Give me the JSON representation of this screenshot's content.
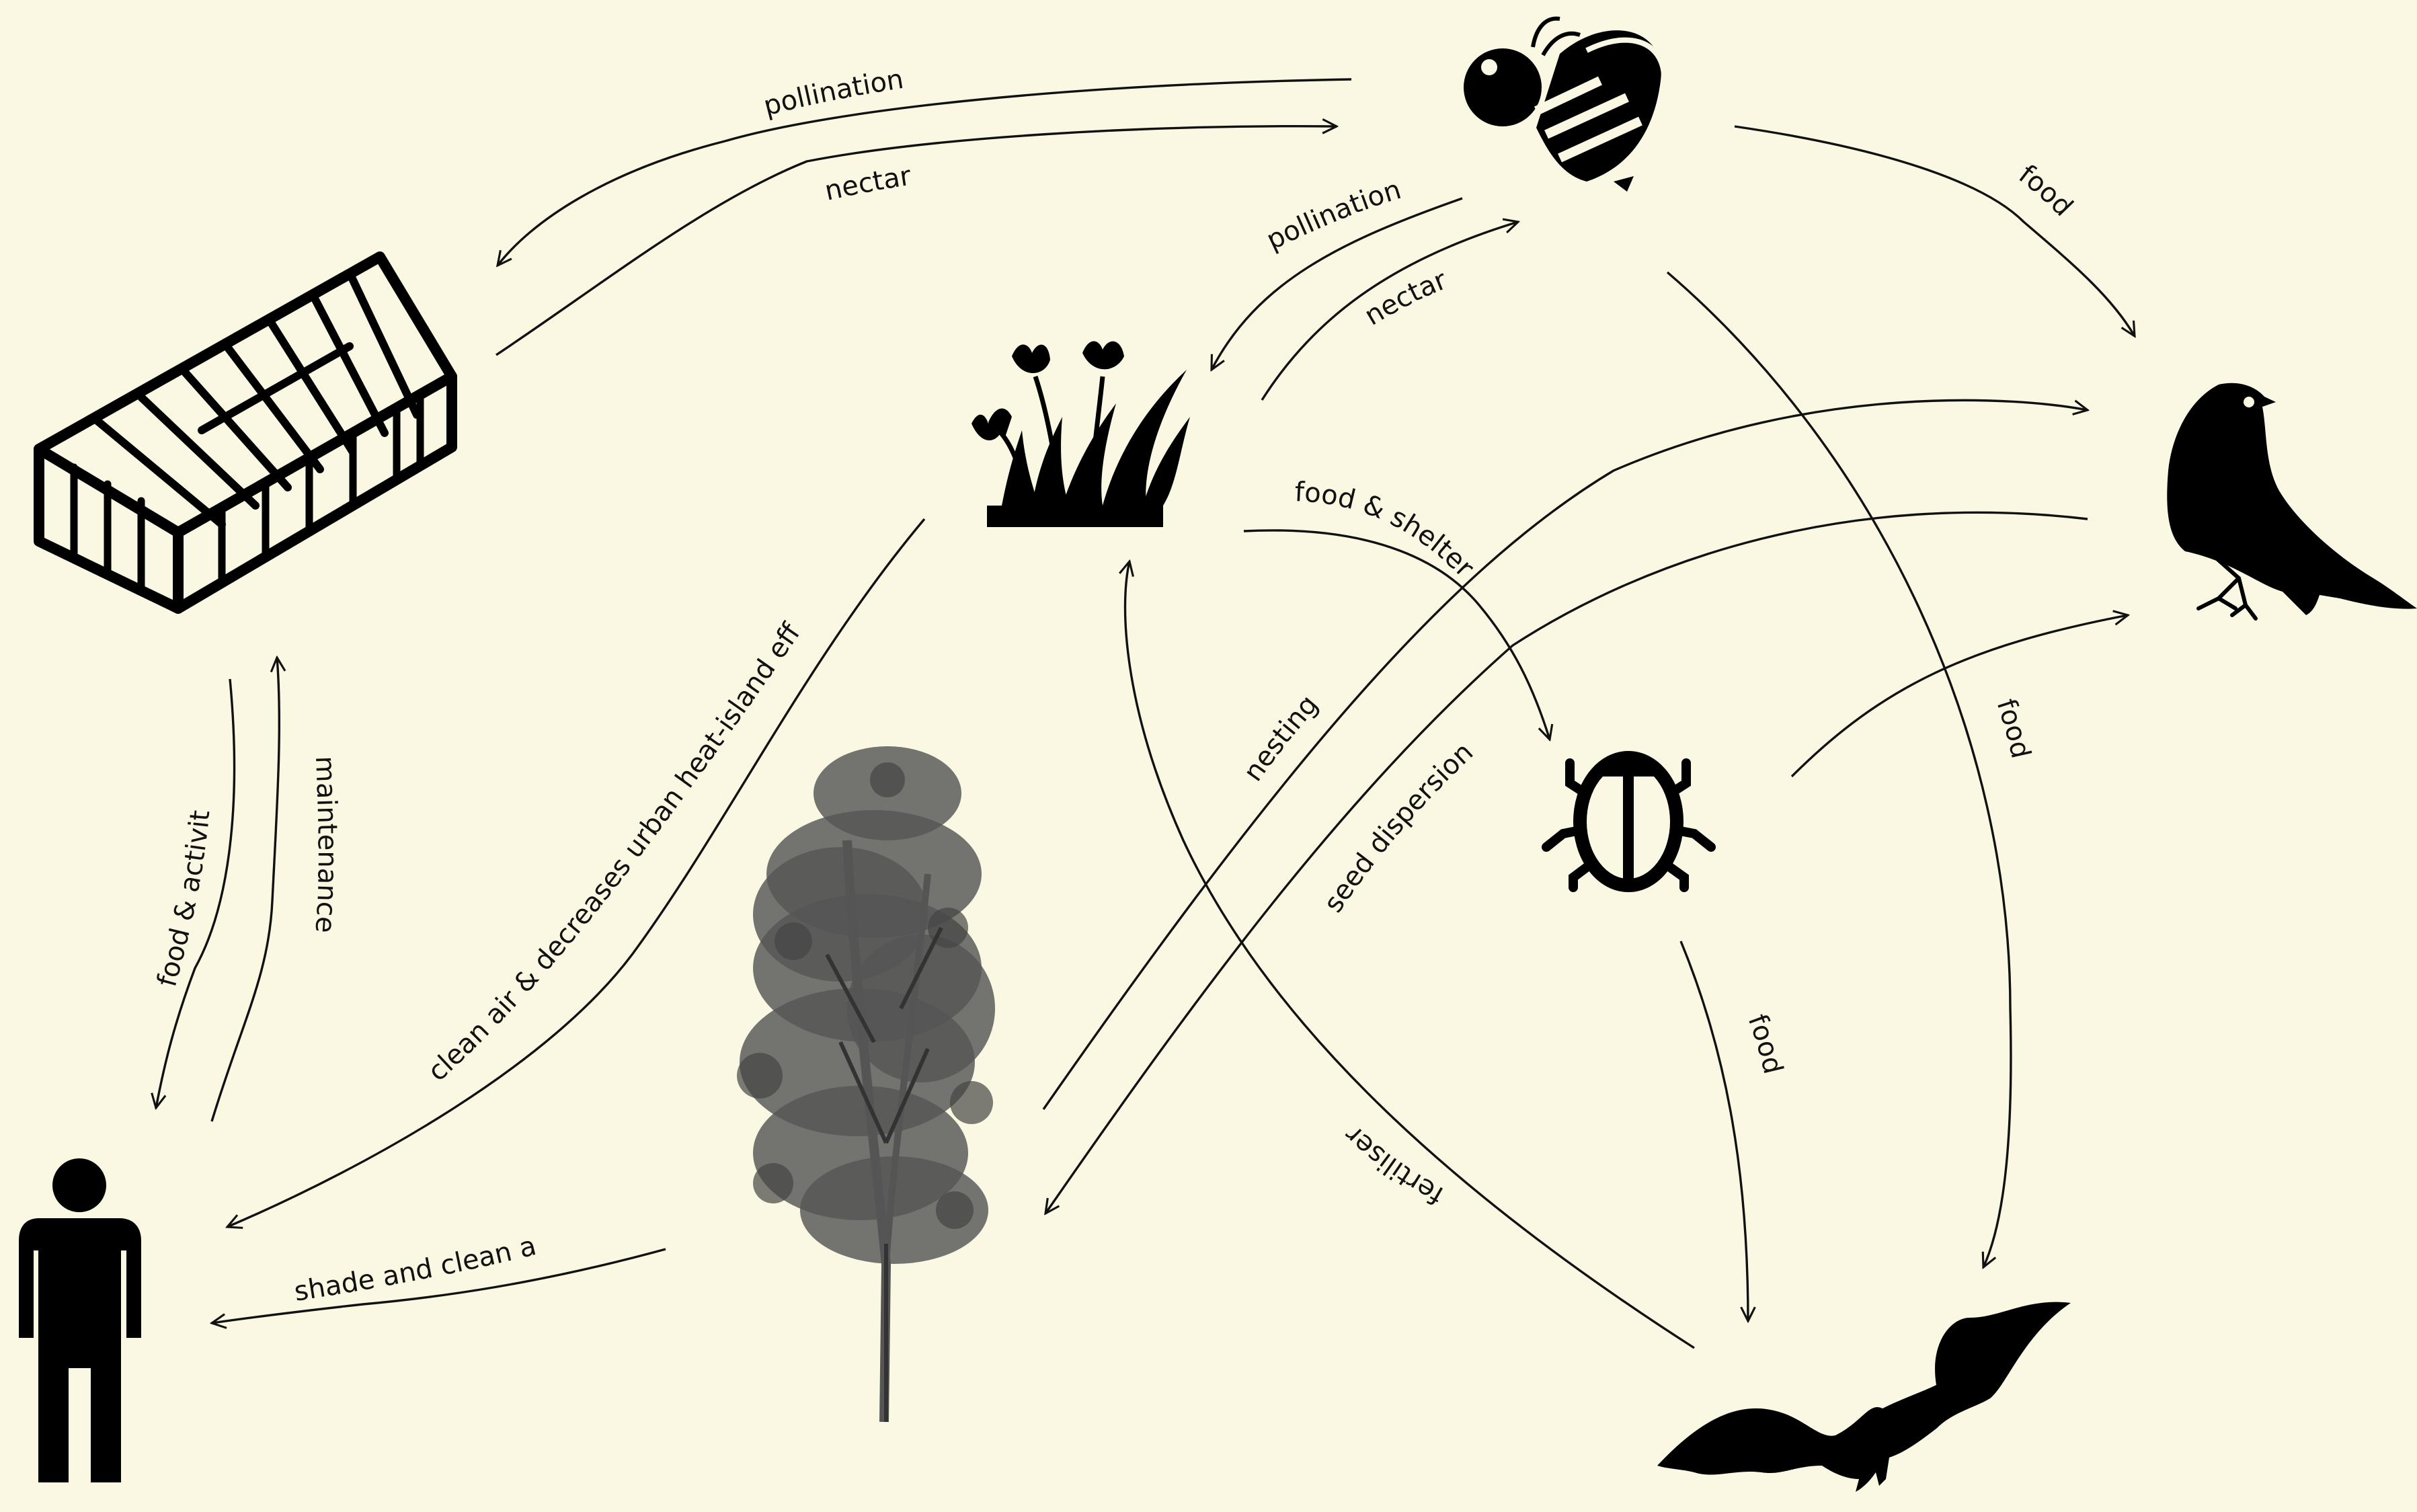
{
  "nodes": {
    "greenhouse": {
      "icon": "greenhouse-icon"
    },
    "bee": {
      "icon": "bee-icon"
    },
    "plants": {
      "icon": "flowering-plants-icon"
    },
    "bird": {
      "icon": "bird-icon"
    },
    "beetle": {
      "icon": "beetle-icon"
    },
    "tree": {
      "icon": "tree-icon"
    },
    "person": {
      "icon": "person-icon"
    },
    "bat": {
      "icon": "bat-icon"
    }
  },
  "edges": {
    "bee_greenhouse_pollination": "pollination",
    "greenhouse_bee_nectar": "nectar",
    "bee_plants_pollination": "pollination",
    "plants_bee_nectar": "nectar",
    "bee_bird_food": "food",
    "bee_bat_food": "food",
    "greenhouse_person_food": "food & activity",
    "person_greenhouse_maintenance": "maintenance",
    "plants_person_clean_air": "clean air & decreases urban heat-island effect",
    "plants_beetle_food_shelter": "food & shelter",
    "tree_bird_nesting": "nesting",
    "bird_tree_seed": "seed dispersion",
    "beetle_bird": "",
    "beetle_bat_food": "food",
    "bat_plants_fertiliser": "fertiliser",
    "tree_person_shade": "shade and clean air"
  },
  "colors": {
    "background": "#faf8e2",
    "ink": "#111111",
    "tree": "#555555"
  }
}
